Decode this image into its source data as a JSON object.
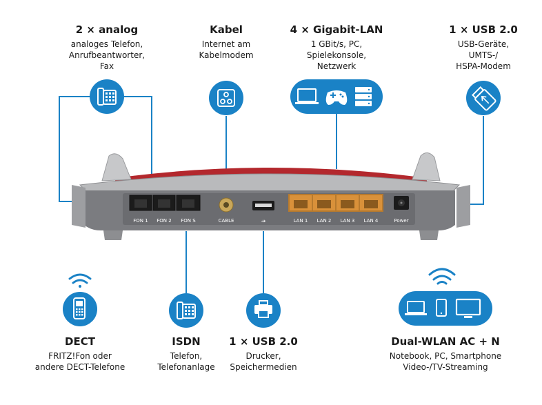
{
  "top": [
    {
      "title": "2 × analog",
      "desc": [
        "analoges Telefon,",
        "Anrufbeantworter,",
        "Fax"
      ]
    },
    {
      "title": "Kabel",
      "desc": [
        "Internet am",
        "Kabelmodem"
      ]
    },
    {
      "title": "4 × Gigabit-LAN",
      "desc": [
        "1 GBit/s, PC,",
        "Spielekonsole,",
        "Netzwerk"
      ]
    },
    {
      "title": "1 × USB 2.0",
      "desc": [
        "USB-Geräte,",
        "UMTS-/",
        "HSPA-Modem"
      ]
    }
  ],
  "bottom": [
    {
      "title": "DECT",
      "desc": [
        "FRITZ!Fon oder",
        "andere DECT-Telefone"
      ]
    },
    {
      "title": "ISDN",
      "desc": [
        "Telefon,",
        "Telefonanlage"
      ]
    },
    {
      "title": "1 × USB 2.0",
      "desc": [
        "Drucker,",
        "Speichermedien"
      ]
    },
    {
      "title": "Dual-WLAN AC + N",
      "desc": [
        "Notebook, PC, Smartphone",
        "Video-/TV-Streaming"
      ]
    }
  ],
  "ports": {
    "fon1": "FON 1",
    "fon2": "FON 2",
    "fons": "FON S",
    "cable": "CABLE",
    "lan1": "LAN 1",
    "lan2": "LAN 2",
    "lan3": "LAN 3",
    "lan4": "LAN 4",
    "power": "Power"
  },
  "colors": {
    "accent": "#1a82c6",
    "router_body": "#7b7c80",
    "router_red": "#b3282d",
    "lan_port": "#d9913a"
  },
  "icons": [
    "phone-icon",
    "coax-socket-icon",
    "laptop-icon",
    "gamepad-icon",
    "server-icon",
    "usb-stick-icon",
    "wifi-icon",
    "dect-handset-icon",
    "isdn-phone-icon",
    "printer-icon",
    "smartphone-icon",
    "monitor-icon"
  ]
}
